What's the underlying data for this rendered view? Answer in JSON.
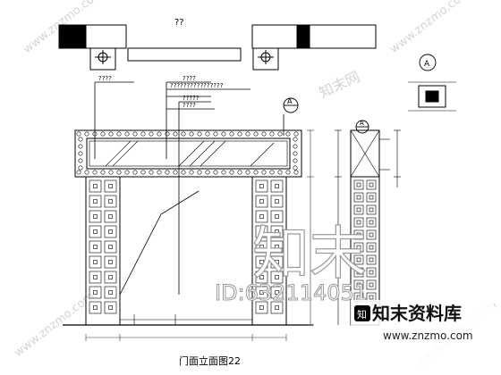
{
  "drawing": {
    "plan_title": "??",
    "elevation_title": "门面立面图22",
    "callout_marker": "A",
    "section_marker": "A",
    "detail_marker": "A"
  },
  "annotations": [
    "????",
    "????????????????",
    "????",
    "?????",
    "????"
  ],
  "watermarks": {
    "logo_chars": "知末",
    "id_text": "ID:632114051",
    "brand_text": "知末资料库",
    "site_text": "www.znzmo.com",
    "corner_logo": "知末网"
  },
  "colors": {
    "line": "#000000",
    "dim": "#333333",
    "watermark": "#c8c8c8",
    "brand_bg": "#ffffff"
  }
}
